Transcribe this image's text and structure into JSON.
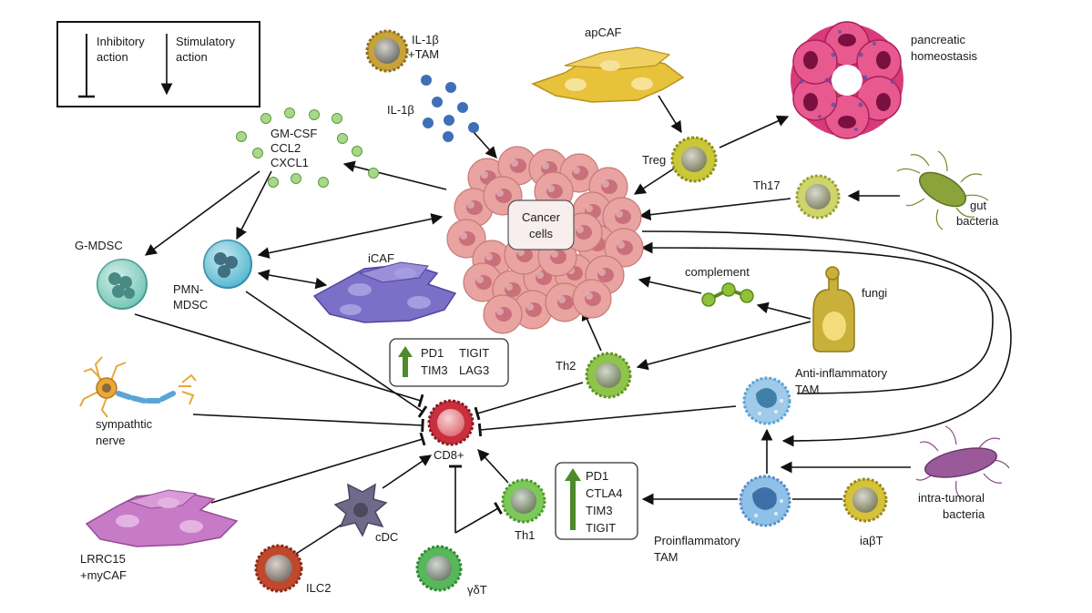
{
  "legend": {
    "inhibitory_line1": "Inhibitory",
    "inhibitory_line2": "action",
    "stimulatory_line1": "Stimulatory",
    "stimulatory_line2": "action"
  },
  "labels": {
    "il1b_tam_line1": "IL-1β",
    "il1b_tam_line2": "+TAM",
    "il1b": "IL-1β",
    "apcaf": "apCAF",
    "pancreatic_line1": "pancreatic",
    "pancreatic_line2": "homeostasis",
    "gmcsf": "GM-CSF",
    "ccl2": "CCL2",
    "cxcl1": "CXCL1",
    "treg": "Treg",
    "th17": "Th17",
    "gut_line1": "gut",
    "gut_line2": "bacteria",
    "cancer_line1": "Cancer",
    "cancer_line2": "cells",
    "gmdsc": "G-MDSC",
    "pmn_line1": "PMN-",
    "pmn_line2": "MDSC",
    "icaf": "iCAF",
    "complement": "complement",
    "fungi": "fungi",
    "th2": "Th2",
    "anti_tam_line1": "Anti-inflammatory",
    "anti_tam_line2": "TAM",
    "sympathetic_line1": "sympathtic",
    "sympathetic_line2": "nerve",
    "cd8": "CD8+",
    "cdc": "cDC",
    "th1": "Th1",
    "lrrc15_line1": "LRRC15",
    "lrrc15_line2": "+myCAF",
    "ilc2": "ILC2",
    "gdt": "γδT",
    "pro_tam_line1": "Proinflammatory",
    "pro_tam_line2": "TAM",
    "iabt": "iaβT",
    "intra_line1": "intra-tumoral",
    "intra_line2": "bacteria"
  },
  "checkpoint_box_top": {
    "c1": "PD1",
    "c2": "TIGIT",
    "c3": "TIM3",
    "c4": "LAG3"
  },
  "checkpoint_box_bottom": {
    "l1": "PD1",
    "l2": "CTLA4",
    "l3": "TIM3",
    "l4": "TIGIT"
  },
  "colors": {
    "cancer": "#e9a3a0",
    "cancer_nucleus": "#c9707a",
    "treg": "#c8c83a",
    "th17": "#cfd56a",
    "th2": "#8fc44a",
    "th1": "#7cc85a",
    "gdt": "#56b85a",
    "cd8": "#c8303e",
    "ilc2": "#c0482c",
    "cdc": "#6f6a8a",
    "gmdsc": "#6fc5b5",
    "pmn": "#4fb6cf",
    "tam": "#5aa4d6",
    "iabt": "#d6c23a",
    "apcaf": "#e8c23a",
    "icaf": "#7b6fc8",
    "lrrc15": "#c77bc6",
    "pancreas": "#d83a7a",
    "complement": "#7fb23a",
    "fungi": "#c9b03a",
    "gut_bacteria": "#8aa33a",
    "intra_bacteria": "#9a5a9a",
    "cytokine_dots": "#a8d88a",
    "il1b_dots": "#3f6fb8",
    "up_arrow": "#4d8a2a"
  }
}
